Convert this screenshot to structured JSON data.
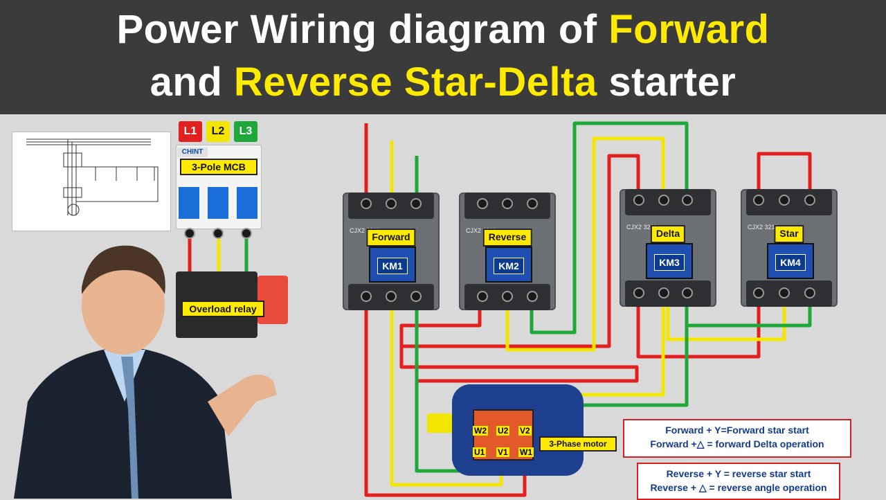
{
  "title": {
    "line1_part1": "Power Wiring diagram of ",
    "line1_highlight": "Forward",
    "line2_part1": "and ",
    "line2_highlight": "Reverse Star-Delta",
    "line2_part2": " starter"
  },
  "mcb": {
    "phases": [
      "L1",
      "L2",
      "L3"
    ],
    "brand": "CHINT",
    "label": "3-Pole MCB"
  },
  "overload": {
    "label": "Overload relay"
  },
  "contactors": [
    {
      "model": "CJX2 3211",
      "label": "Forward",
      "km": "KM1"
    },
    {
      "model": "CJX2 3211",
      "label": "Reverse",
      "km": "KM2"
    },
    {
      "model": "CJX2 3211",
      "label": "Delta",
      "km": "KM3"
    },
    {
      "model": "CJX2 3211",
      "label": "Star",
      "km": "KM4"
    }
  ],
  "motor": {
    "label": "3-Phase motor",
    "terminals": [
      "W2",
      "U2",
      "V2",
      "U1",
      "V1",
      "W1"
    ]
  },
  "info_boxes": [
    {
      "line1": "Forward + Y=Forward star start",
      "line2": "Forward +△ = forward Delta operation"
    },
    {
      "line1": "Reverse + Y = reverse star start",
      "line2": "Reverse + △ = reverse angle operation"
    }
  ],
  "colors": {
    "red": "#e32020",
    "yellow": "#f2e600",
    "green": "#1fa83a",
    "header_bg": "#3b3b3b",
    "highlight": "#ffea00"
  }
}
